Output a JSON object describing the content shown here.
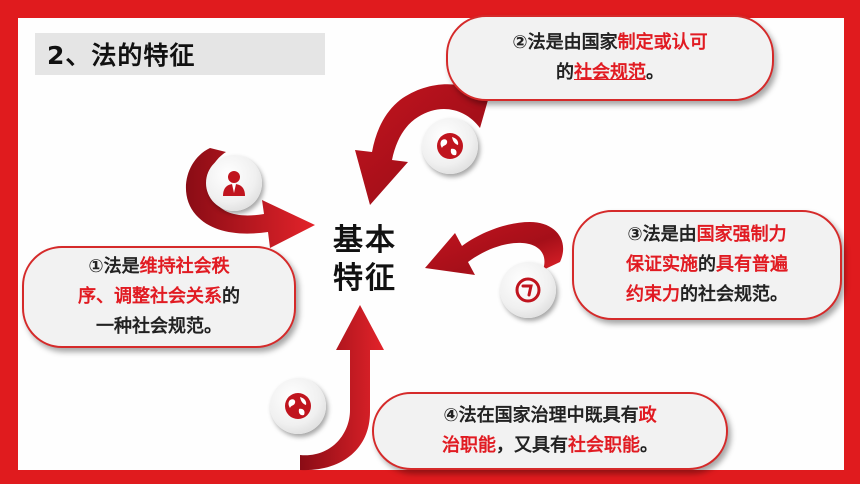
{
  "slide": {
    "title": "2、法的特征",
    "center_label_line1": "基本",
    "center_label_line2": "特征"
  },
  "bubbles": {
    "b1": {
      "p1": "①法是",
      "p2": "维持社会秩",
      "p3": "序、调整社会关系",
      "p4": "的",
      "p5": "一种社会规范。"
    },
    "b2": {
      "p1": "②法是由国家",
      "p2": "制定或认可",
      "p3": "的",
      "p4": "社会规范",
      "p5": "。"
    },
    "b3": {
      "p1": "③法是由",
      "p2": "国家强制力",
      "p3": "保证实施",
      "p4": "的",
      "p5": "具有普遍",
      "p6": "约束力",
      "p7": "的社会规范。"
    },
    "b4": {
      "p1": "④法在国家治理中既具有",
      "p2": "政",
      "p3": "治职能",
      "p4": "，又具有",
      "p5": "社会职能",
      "p6": "。"
    }
  },
  "icons": [
    "person-icon",
    "globe-icon",
    "clock-icon",
    "globe-icon"
  ],
  "colors": {
    "frame": "#e01b1e",
    "accent": "#e11b22",
    "arrow_dark": "#9e0f1a"
  }
}
